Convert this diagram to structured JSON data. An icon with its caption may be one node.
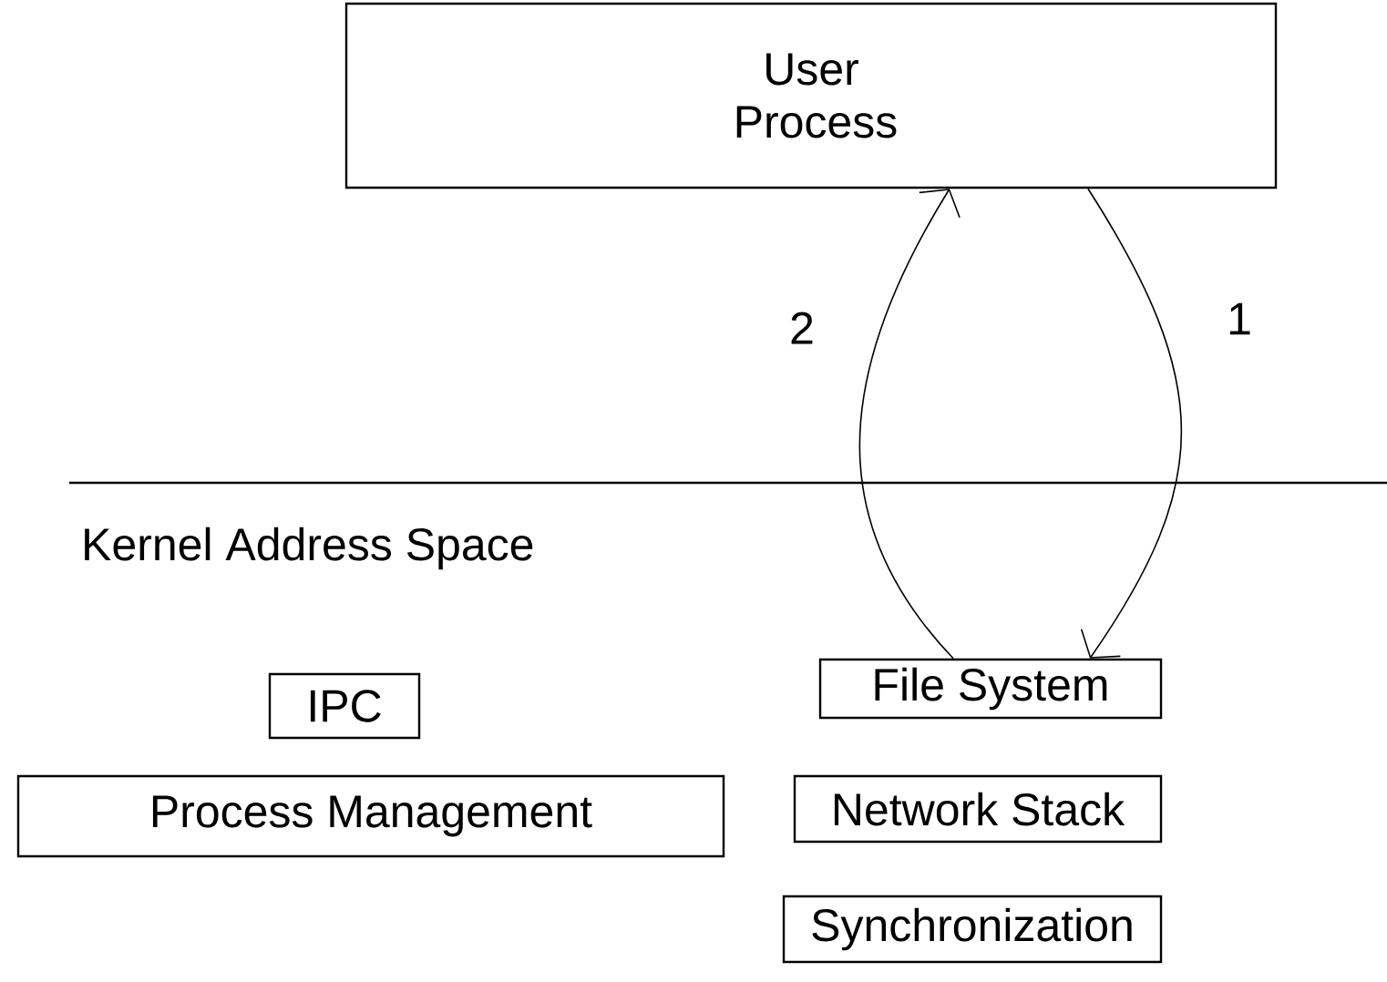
{
  "diagram": {
    "nodes": [
      {
        "text": [
          "User Process"
        ]
      },
      {
        "text": [
          "File System"
        ]
      },
      {
        "text": [
          "IPC"
        ]
      },
      {
        "text": [
          "Process Management"
        ]
      },
      {
        "text": [
          "Network Stack"
        ]
      },
      {
        "text": [
          "Synchronization"
        ]
      }
    ],
    "edges": [
      {
        "from": 0,
        "to": 1,
        "arrow": "to",
        "label": "1"
      },
      {
        "from": 1,
        "to": 0,
        "arrow": "to",
        "label": "2"
      }
    ],
    "labels": [
      "Kernel Address Space"
    ]
  }
}
